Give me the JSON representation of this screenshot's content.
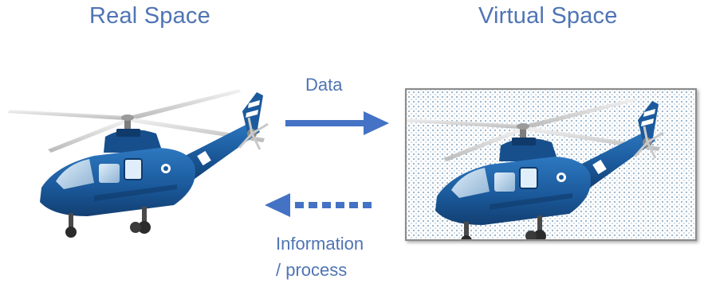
{
  "diagram": {
    "real_title": "Real Space",
    "virtual_title": "Virtual Space",
    "data_label": "Data",
    "info_label_line1": "Information",
    "info_label_line2": "/ process"
  },
  "colors": {
    "text": "#4f74b4",
    "arrow": "#4472c4",
    "helicopter_body": "#1f5fa0",
    "frame_border": "#8a8a8a"
  },
  "icons": {
    "real": "helicopter-icon",
    "virtual": "helicopter-icon"
  }
}
